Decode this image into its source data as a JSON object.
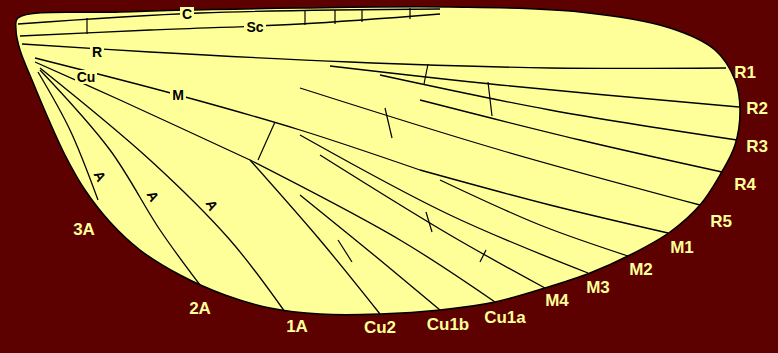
{
  "diagram": {
    "labels": [
      "C",
      "Sc",
      "R",
      "Cu",
      "M",
      "A",
      "A",
      "A",
      "R1",
      "R2",
      "R3",
      "R4",
      "R5",
      "M1",
      "M2",
      "M3",
      "M4",
      "Cu1a",
      "Cu1b",
      "Cu2",
      "1A",
      "2A",
      "3A"
    ]
  }
}
